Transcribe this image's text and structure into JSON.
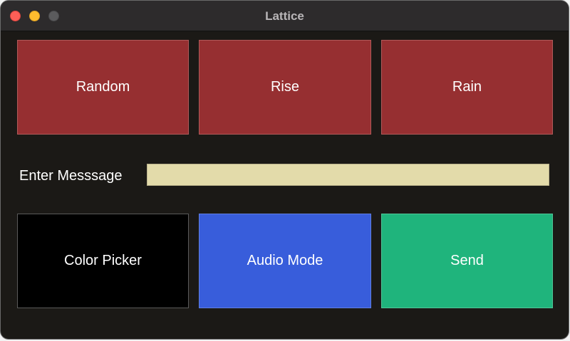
{
  "window": {
    "title": "Lattice"
  },
  "pattern_buttons": {
    "random_label": "Random",
    "rise_label": "Rise",
    "rain_label": "Rain"
  },
  "message": {
    "label": "Enter Messsage",
    "value": "",
    "placeholder": ""
  },
  "action_buttons": {
    "color_picker_label": "Color Picker",
    "audio_mode_label": "Audio Mode",
    "send_label": "Send"
  },
  "colors": {
    "pattern_button": "#962f31",
    "color_picker_button": "#000000",
    "audio_mode_button": "#385ddb",
    "send_button": "#1fb47c",
    "input_background": "#e3dbaa",
    "window_background": "#1b1916"
  }
}
